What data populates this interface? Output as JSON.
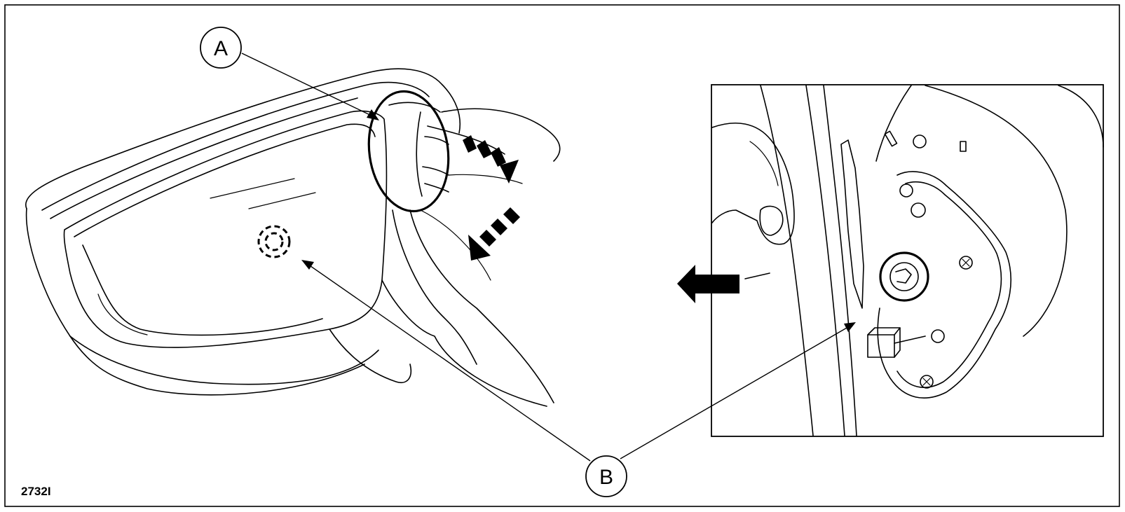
{
  "figure": {
    "reference_code": "2732I",
    "callouts": {
      "a": {
        "label": "A"
      },
      "b": {
        "label": "B"
      }
    },
    "colors": {
      "ink": "#000000",
      "paper": "#ffffff"
    },
    "views": {
      "left": "mirror-housing-exterior-view",
      "right": "mirror-housing-interior-detail-view"
    }
  }
}
